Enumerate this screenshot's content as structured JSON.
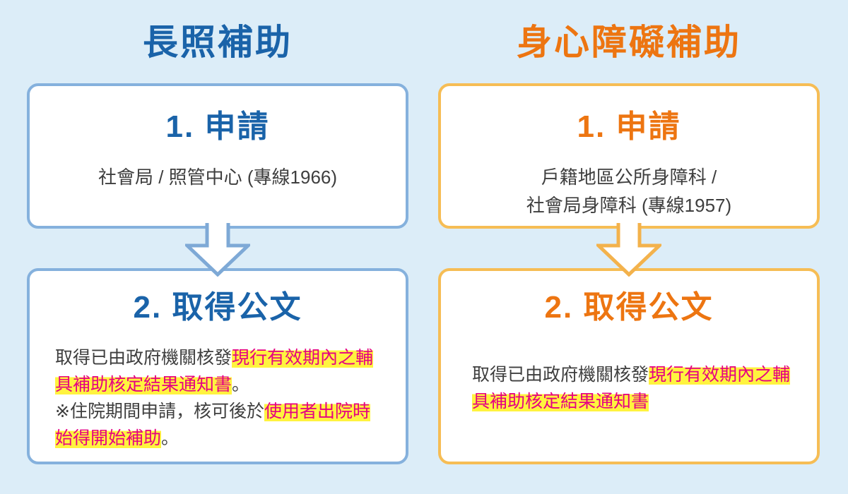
{
  "page": {
    "background": "#dcedf8"
  },
  "text": {
    "body_color": "#3e3e3e",
    "mark_color": "#e50082",
    "mark_bg": "#fff33f"
  },
  "columns": [
    {
      "id": "long-term-care-subsidy",
      "title": "長照補助",
      "colors": {
        "accent": "#1a63a9",
        "border": "#85b1dd",
        "arrow": "#7ea9d6"
      },
      "step1": {
        "heading": "1. 申請",
        "lines": [
          "社會局 / 照管中心 (專線1966)"
        ]
      },
      "arrow_icon": "down-arrow",
      "step2": {
        "heading": "2. 取得公文",
        "lines": [
          {
            "segments": [
              {
                "text": "取得已由政府機關核發",
                "highlighted": false
              },
              {
                "text": "現行有效期內之輔",
                "highlighted": true
              }
            ]
          },
          {
            "segments": [
              {
                "text": "具補助核定結果通知書",
                "highlighted": true
              },
              {
                "text": "。",
                "highlighted": false
              }
            ]
          },
          {
            "segments": [
              {
                "text": "※住院期間申請，核可後於",
                "highlighted": false
              },
              {
                "text": "使用者出院時",
                "highlighted": true
              }
            ]
          },
          {
            "segments": [
              {
                "text": "始得開始補助",
                "highlighted": true
              },
              {
                "text": "。",
                "highlighted": false
              }
            ]
          }
        ]
      }
    },
    {
      "id": "disability-subsidy",
      "title": "身心障礙補助",
      "colors": {
        "accent": "#ed7511",
        "border": "#f6bd55",
        "arrow": "#f3b24c"
      },
      "step1": {
        "heading": "1. 申請",
        "lines": [
          "戶籍地區公所身障科 /",
          "社會局身障科 (專線1957)"
        ]
      },
      "arrow_icon": "down-arrow",
      "step2": {
        "heading": "2. 取得公文",
        "lines": [
          {
            "segments": [
              {
                "text": "取得已由政府機關核發",
                "highlighted": false
              },
              {
                "text": "現行有效期內之輔",
                "highlighted": true
              }
            ]
          },
          {
            "segments": [
              {
                "text": "具補助核定結果通知書",
                "highlighted": true
              }
            ]
          }
        ]
      }
    }
  ]
}
